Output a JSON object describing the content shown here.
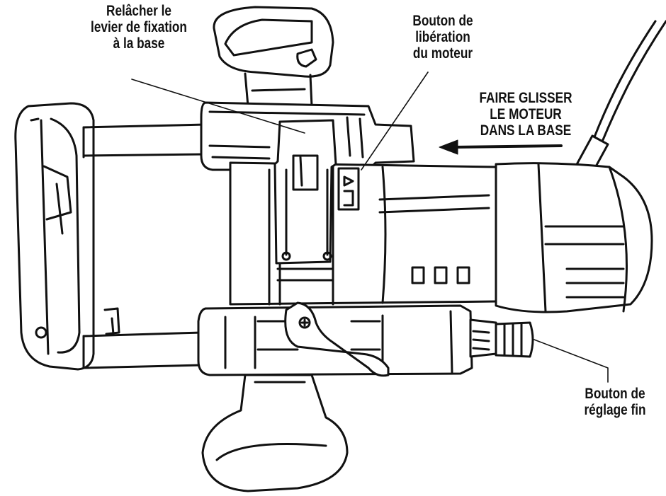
{
  "labels": {
    "release_lever": [
      "Relâcher le",
      "levier de fixation",
      "à la base"
    ],
    "motor_release_button": [
      "Bouton de",
      "libération",
      "du moteur"
    ],
    "slide_motor": [
      "FAIRE GLISSER",
      "LE MOTEUR",
      "DANS LA BASE"
    ],
    "fine_adjust_button": [
      "Bouton de",
      "réglage fin"
    ]
  },
  "colors": {
    "ink": "#111111",
    "paper": "#ffffff"
  }
}
